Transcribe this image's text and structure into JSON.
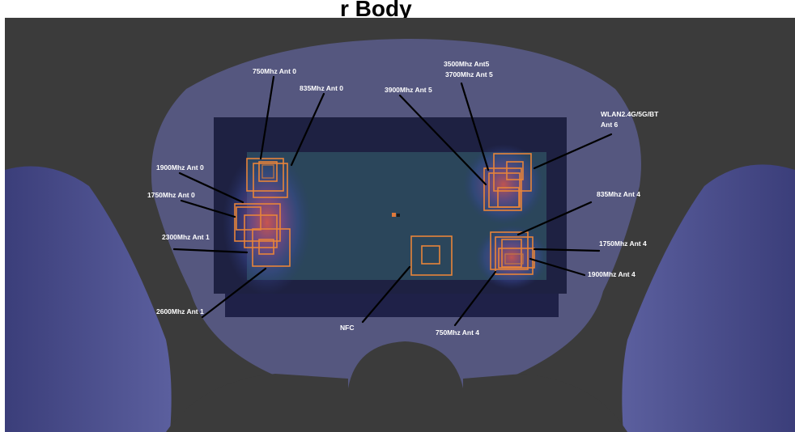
{
  "title": "r Body",
  "labels": {
    "ant0_750": "750Mhz Ant 0",
    "ant0_835": "835Mhz Ant 0",
    "ant0_1900": "1900Mhz Ant 0",
    "ant0_1750": "1750Mhz Ant 0",
    "ant1_2300": "2300Mhz Ant 1",
    "ant1_2600": "2600Mhz Ant 1",
    "ant5_3500": "3500Mhz Ant5",
    "ant5_3700": "3700Mhz Ant 5",
    "ant5_3900": "3900Mhz Ant 5",
    "ant6_line1": "WLAN2.4G/5G/BT",
    "ant6_line2": "Ant 6",
    "ant4_835": "835Mhz Ant 4",
    "ant4_1750": "1750Mhz Ant 4",
    "ant4_1900": "1900Mhz Ant 4",
    "ant4_750": "750Mhz Ant 4",
    "nfc": "NFC"
  },
  "colors": {
    "background": "#3b3b3b",
    "phantom": "#55577f",
    "device_outer": "#1e2142",
    "device_screen": "#2c4a5e",
    "antenna": "#e8843a",
    "hotspot": "#d84d4d",
    "leader": "#000000",
    "label_text": "#ffffff"
  }
}
